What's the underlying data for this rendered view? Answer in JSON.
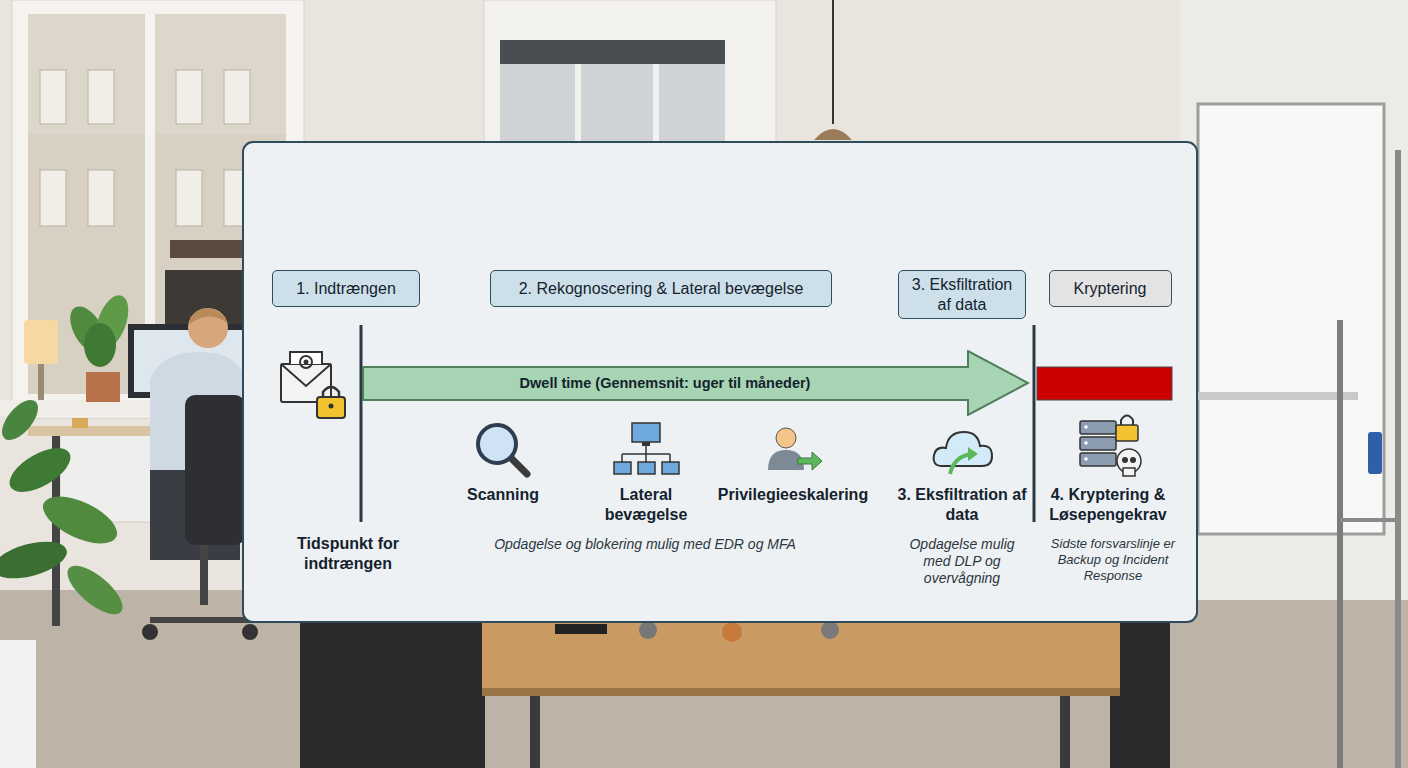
{
  "diagram": {
    "nodes": [
      {
        "text": [
          "1. Indtrængen"
        ]
      },
      {
        "text": [
          "2. Rekognoscering & Lateral bevægelse"
        ]
      },
      {
        "text": [
          "3. Eksfiltration af data"
        ]
      },
      {
        "text": [
          "Kryptering"
        ]
      },
      {
        "text": [
          "Dwell time (Gennemsnit: uger til måneder)"
        ]
      }
    ],
    "labels": [
      "Scanning",
      "Lateral bevægelse",
      "Privilegieeskalering",
      "3. Eksfiltration af data",
      "4. Kryptering & Løsepengekrav",
      "Tidspunkt for indtrængen",
      "Opdagelse og blokering mulig med EDR og MFA",
      "Opdagelse mulig med DLP og overvågning",
      "Sidste forsvarslinje er Backup og Incident Response"
    ]
  }
}
